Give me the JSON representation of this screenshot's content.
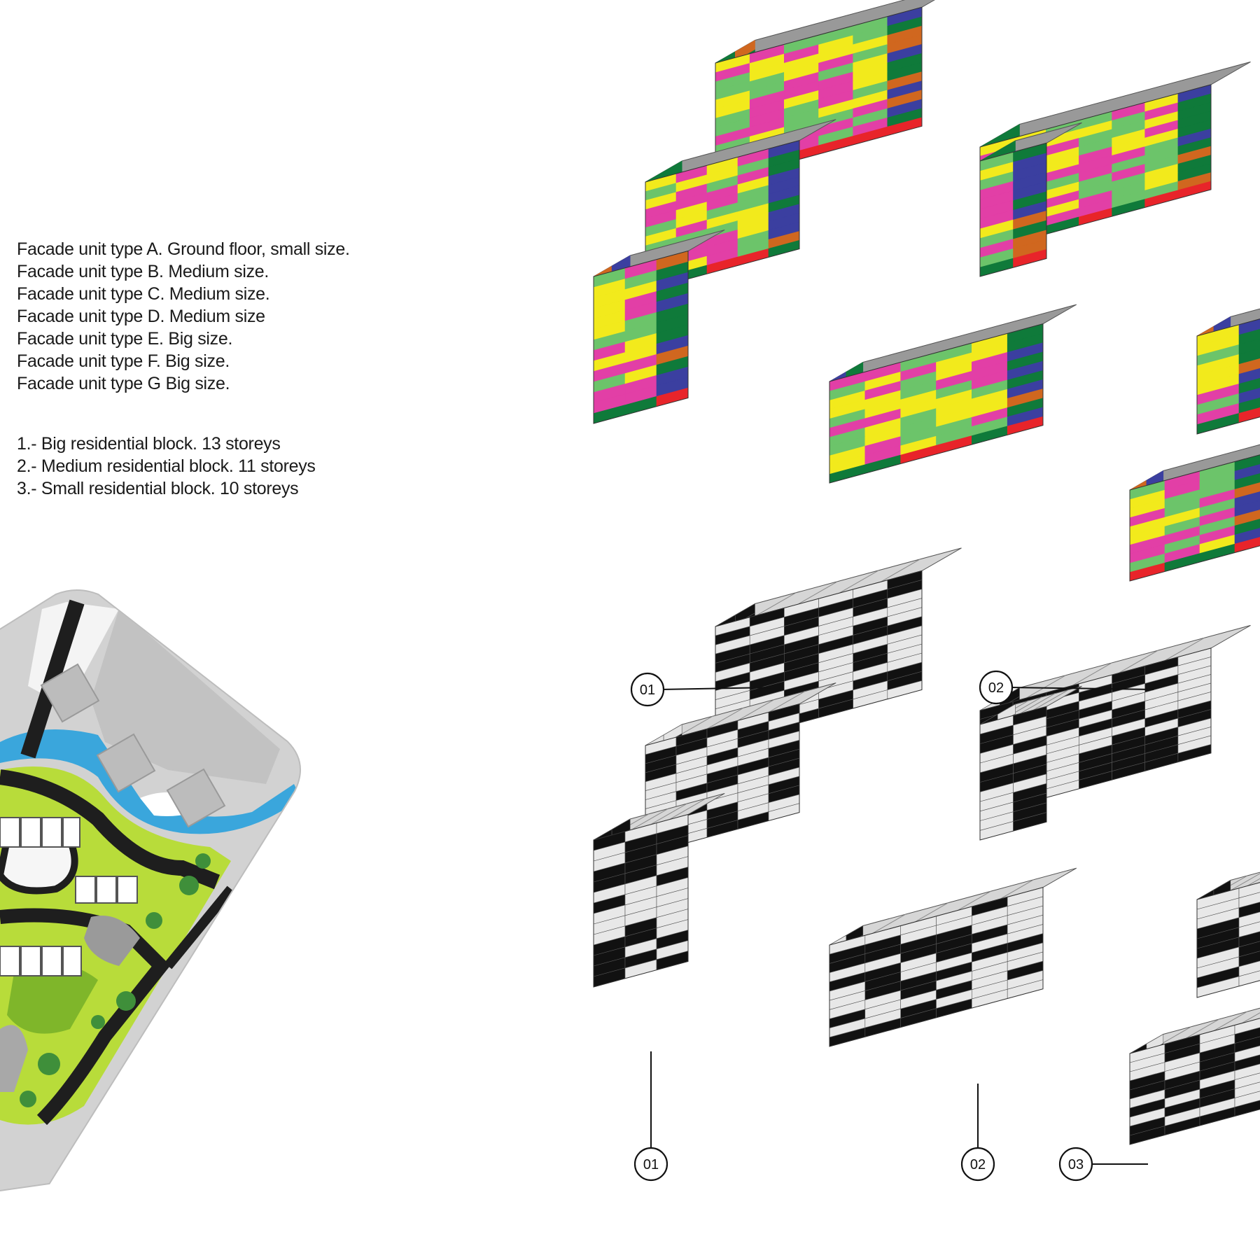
{
  "legend": {
    "facade_types": [
      "Facade unit type A. Ground floor, small size.",
      "Facade unit type B. Medium size.",
      "Facade unit type C. Medium size.",
      "Facade unit type D. Medium size",
      "Facade unit type E. Big size.",
      "Facade unit type F. Big size.",
      "Facade unit type G Big size."
    ],
    "blocks": [
      "1.- Big residential block. 13 storeys",
      "2.- Medium residential block. 11 storeys",
      "3.- Small residential block. 10 storeys"
    ]
  },
  "callouts": {
    "top_01": "01",
    "top_02": "02",
    "bottom_01": "01",
    "bottom_02": "02",
    "bottom_03": "03"
  },
  "colors": {
    "roof": "#999999",
    "type_a": "#e8242a",
    "type_b": "#6cc46a",
    "type_c": "#f2ea1c",
    "type_d": "#e23fa6",
    "type_e": "#d0671f",
    "type_f": "#0f7a3a",
    "type_g": "#3b3fa0",
    "accent_dark_red": "#7a0f10",
    "water": "#3aa6dc",
    "lawn": "#b8dc3a",
    "road": "#1e1e1e"
  }
}
